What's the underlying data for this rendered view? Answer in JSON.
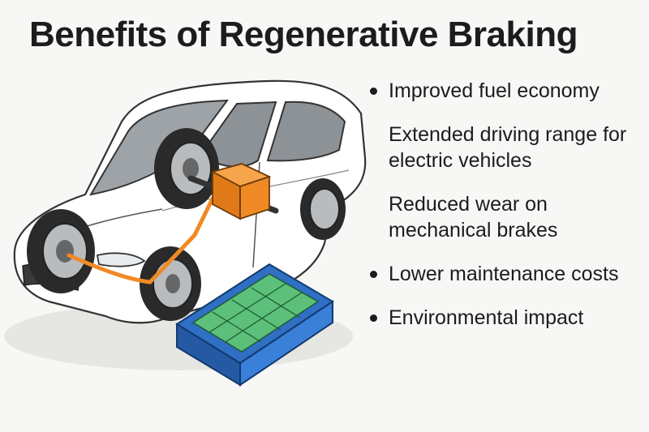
{
  "title": "Benefits of Regenerative Braking",
  "benefits": [
    {
      "text": "Improved fuel economy",
      "bulleted": true
    },
    {
      "text": "Extended driving range for electric vehicles",
      "bulleted": false
    },
    {
      "text": "Reduced wear on mechanical brakes",
      "bulleted": false
    },
    {
      "text": "Lower maintenance costs",
      "bulleted": true
    },
    {
      "text": "Environmental impact",
      "bulleted": true
    }
  ],
  "colors": {
    "car_body": "#ffffff",
    "car_outline": "#333333",
    "motor": "#f08a24",
    "wire": "#f08a24",
    "battery_frame": "#2f6fc4",
    "battery_cells": "#5cc07a"
  }
}
